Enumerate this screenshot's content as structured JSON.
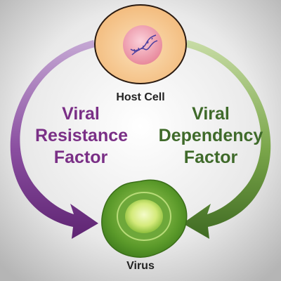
{
  "labels": {
    "host_cell": "Host Cell",
    "virus": "Virus",
    "resistance_factor": [
      "Viral",
      "Resistance",
      "Factor"
    ],
    "dependency_factor": [
      "Viral",
      "Dependency",
      "Factor"
    ]
  },
  "colors": {
    "background_center": "#ffffff",
    "background_edge": "#b5b5b5",
    "cell_body": "#f6c48e",
    "cell_outline": "#2a1a10",
    "nucleus": "#f3a7b5",
    "dna_helix": "#4b3fa0",
    "resistance_arrow": "#7a3a8e",
    "resistance_text": "#7a2f86",
    "dependency_arrow": "#5c8a38",
    "dependency_text": "#3f6a2a",
    "virus_body": "#5b9a2a",
    "virus_core": "#e8f5a0"
  }
}
